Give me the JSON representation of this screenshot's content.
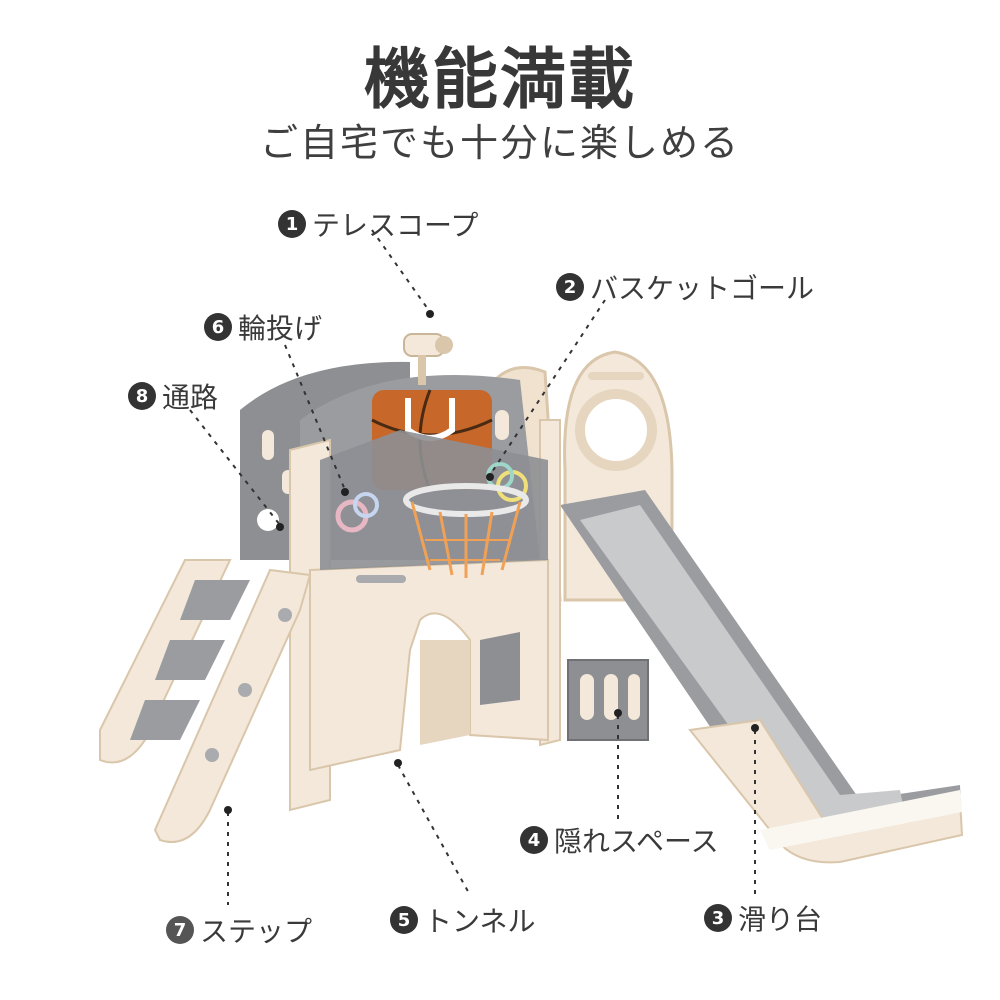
{
  "header": {
    "title": "機能満載",
    "subtitle": "ご自宅でも十分に楽しめる"
  },
  "features": [
    {
      "num": "1",
      "text": "テレスコープ"
    },
    {
      "num": "2",
      "text": "バスケットゴール"
    },
    {
      "num": "3",
      "text": "滑り台"
    },
    {
      "num": "4",
      "text": "隠れスペース"
    },
    {
      "num": "5",
      "text": "トンネル"
    },
    {
      "num": "6",
      "text": "輪投げ"
    },
    {
      "num": "7",
      "text": "ステップ"
    },
    {
      "num": "8",
      "text": "通路"
    }
  ],
  "colors": {
    "cream": "#f3e8d9",
    "cream_dark": "#e6d6c0",
    "grey": "#8d8f93",
    "grey_light": "#b8babd",
    "basketball": "#c8672a",
    "hoop_net": "#f0a155",
    "badge": "#333333"
  }
}
